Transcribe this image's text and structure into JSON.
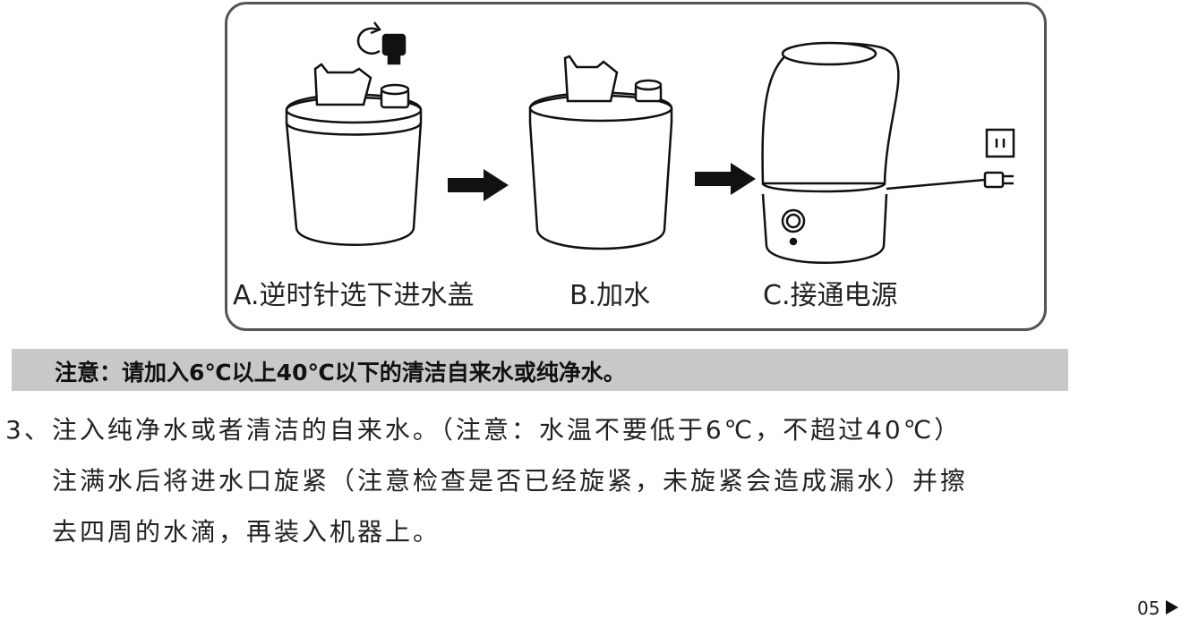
{
  "figure": {
    "caption_a": "A.逆时针选下进水盖",
    "caption_b": "B.加水",
    "caption_c": "C.接通电源"
  },
  "note": {
    "text": "注意：请加入6℃以上40℃以下的清洁自来水或纯净水。"
  },
  "step3": {
    "line1": "3、注入纯净水或者清洁的自来水。（注意：水温不要低于6℃，不超过40℃）",
    "line2": "注满水后将进水口旋紧（注意检查是否已经旋紧，未旋紧会造成漏水）并擦",
    "line3": "去四周的水滴，再装入机器上。"
  },
  "footer": {
    "page_number": "05"
  },
  "icons": [
    "counterclockwise-rotate-icon",
    "arrow-right-icon",
    "power-outlet-icon",
    "power-plug-icon"
  ]
}
